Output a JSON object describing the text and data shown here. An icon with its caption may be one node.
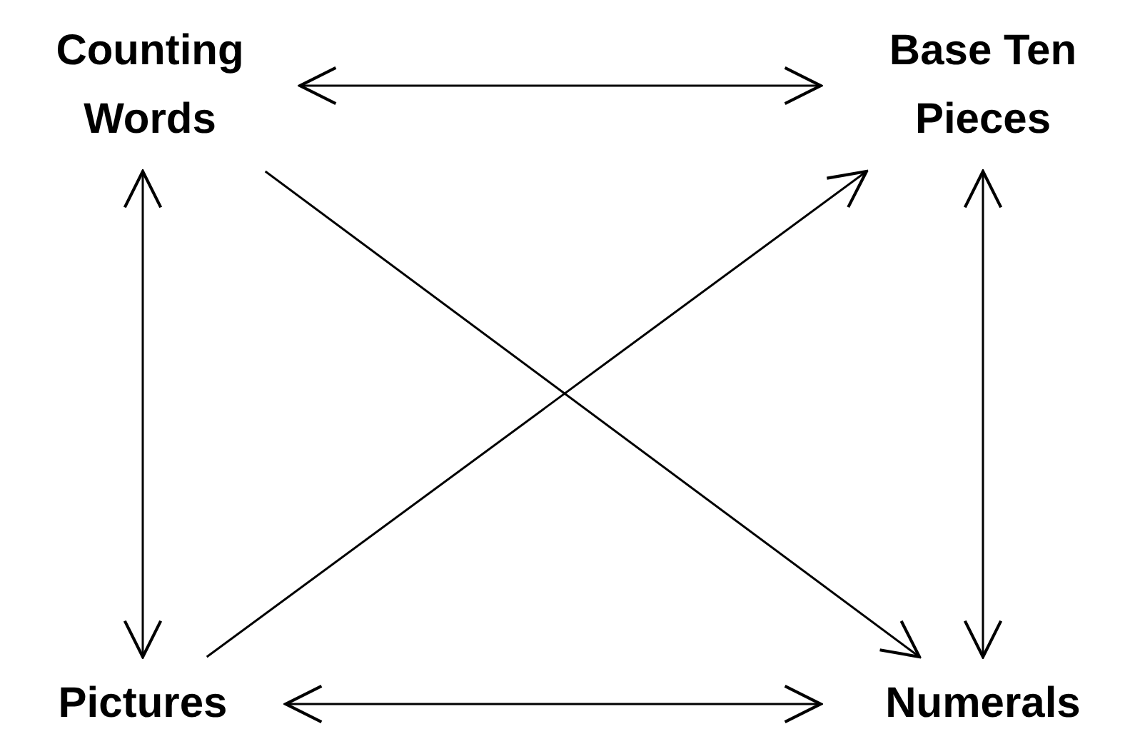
{
  "diagram": {
    "nodes": [
      {
        "text": [
          "Counting Words"
        ]
      },
      {
        "text": [
          "Base Ten Pieces"
        ]
      },
      {
        "text": [
          "Pictures"
        ]
      },
      {
        "text": [
          "Numerals"
        ]
      }
    ],
    "edges": [
      {
        "from": 0,
        "to": 1,
        "arrow": "both"
      },
      {
        "from": 0,
        "to": 2,
        "arrow": "both"
      },
      {
        "from": 1,
        "to": 3,
        "arrow": "both"
      },
      {
        "from": 2,
        "to": 3,
        "arrow": "both"
      },
      {
        "from": 0,
        "to": 3,
        "arrow": "to"
      },
      {
        "from": 2,
        "to": 1,
        "arrow": "to"
      }
    ]
  }
}
